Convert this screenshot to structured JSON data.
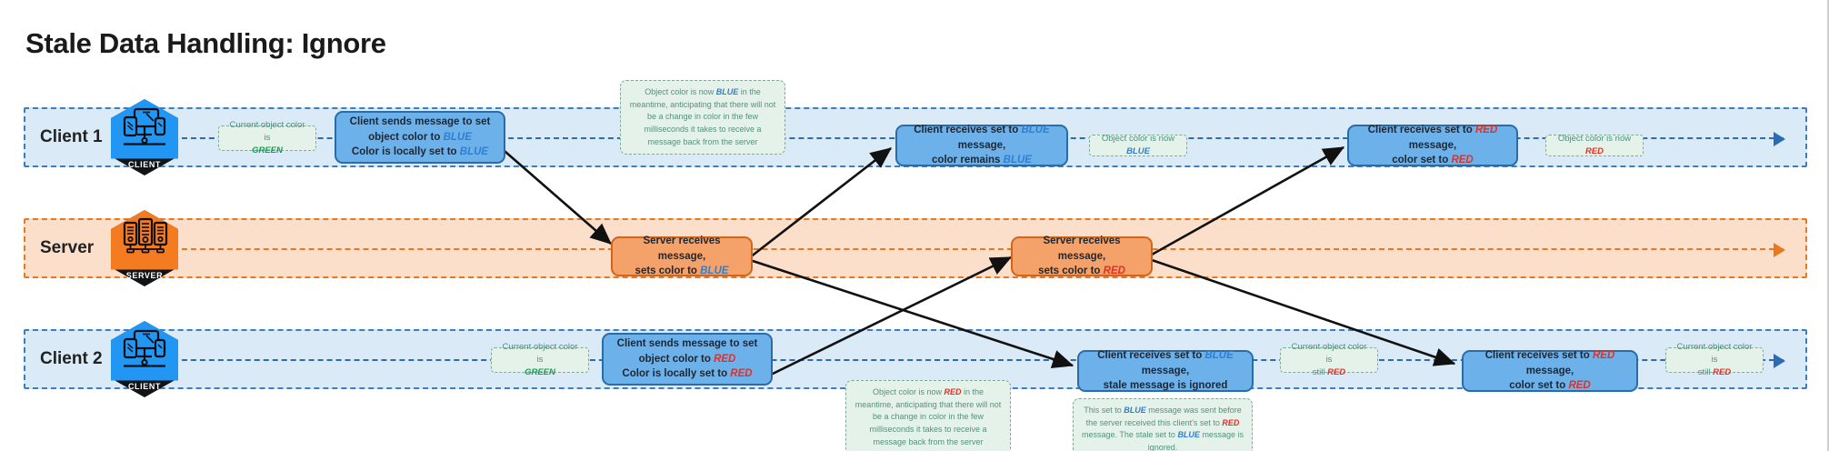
{
  "title": "Stale Data Handling: Ignore",
  "colors": {
    "client_band": "#daebf7",
    "client_band_border": "#3a7fc4",
    "server_band": "#fbdfcb",
    "server_band_border": "#e8791e",
    "client_box": "#6db1ea",
    "client_box_border": "#2a6ca8",
    "server_box": "#f4a16a",
    "server_box_border": "#d2651a",
    "note_bg": "#e4f2ea",
    "note_border": "#7fa99a",
    "blue_word": "#2f7fd0",
    "red_word": "#e03127",
    "green_word": "#179c52",
    "client_icon": "#2196f3",
    "server_icon": "#f47b20"
  },
  "lanes": [
    {
      "id": "client1",
      "label": "Client 1",
      "actor_caption": "CLIENT",
      "icon": "client-workstation-icon",
      "type": "client"
    },
    {
      "id": "server",
      "label": "Server",
      "actor_caption": "SERVER",
      "icon": "server-rack-icon",
      "type": "server"
    },
    {
      "id": "client2",
      "label": "Client 2",
      "actor_caption": "CLIENT",
      "icon": "client-workstation-icon",
      "type": "client"
    }
  ],
  "client1": {
    "note_initial": {
      "line1": "Current object color is",
      "line2": "GREEN"
    },
    "box_send": {
      "line1_pre": "Client sends message to set object",
      "line1_post": "color to ",
      "line1_word": "BLUE",
      "line2_pre": "Color is locally set to ",
      "line2_word": "BLUE"
    },
    "box_recv_blue": {
      "line1_pre": "Client receives set to ",
      "line1_word": "BLUE",
      "line1_post": " message,",
      "line2_pre": "color remains ",
      "line2_word": "BLUE"
    },
    "note_blue": {
      "text_pre": "Object color is now ",
      "word": "BLUE"
    },
    "box_recv_red": {
      "line1_pre": "Client receives set to ",
      "line1_word": "RED",
      "line1_post": " message,",
      "line2_pre": "color set to ",
      "line2_word": "RED"
    },
    "note_red": {
      "text_pre": "Object color is now ",
      "word": "RED"
    },
    "callout": {
      "seg1": "Object color is now ",
      "word": "BLUE",
      "seg2": " in the meantime, anticipating that there will not be a change in color in the few milliseconds it takes to receive a message back from the server"
    }
  },
  "server": {
    "box_blue": {
      "line1": "Server receives message,",
      "line2_pre": "sets color to ",
      "line2_word": "BLUE"
    },
    "box_red": {
      "line1": "Server receives message,",
      "line2_pre": "sets color to ",
      "line2_word": "RED"
    }
  },
  "client2": {
    "note_initial": {
      "line1": "Current object color is",
      "line2": "GREEN"
    },
    "box_send": {
      "line1_pre": "Client sends message to set object",
      "line1_post": "color to ",
      "line1_word": "RED",
      "line2_pre": "Color is locally set to ",
      "line2_word": "RED"
    },
    "box_recv_blue_ignored": {
      "line1_pre": "Client receives set to ",
      "line1_word": "BLUE",
      "line1_post": " message,",
      "line2": "stale message is ignored"
    },
    "note_still_red_1": {
      "line1": "Current object color is",
      "line2_pre": "still ",
      "line2_word": "RED"
    },
    "box_recv_red": {
      "line1_pre": "Client receives set to ",
      "line1_word": "RED",
      "line1_post": " message,",
      "line2_pre": "color set to ",
      "line2_word": "RED"
    },
    "note_still_red_2": {
      "line1": "Current object color is",
      "line2_pre": "still ",
      "line2_word": "RED"
    },
    "callout_meantime": {
      "seg1": "Object color is now ",
      "word": "RED",
      "seg2": " in the meantime, anticipating that there will not be a change in color in the few milliseconds it takes to receive a message back from the server"
    },
    "callout_stale": {
      "l1_pre": "This set to ",
      "l1_word": "BLUE",
      "l1_post": " message was sent before the",
      "l2_pre": "server received this client's set to ",
      "l2_word": "RED",
      "l2_post": " message.",
      "l3_pre": "The stale set to ",
      "l3_word": "BLUE",
      "l3_post": " message is ignored."
    }
  }
}
